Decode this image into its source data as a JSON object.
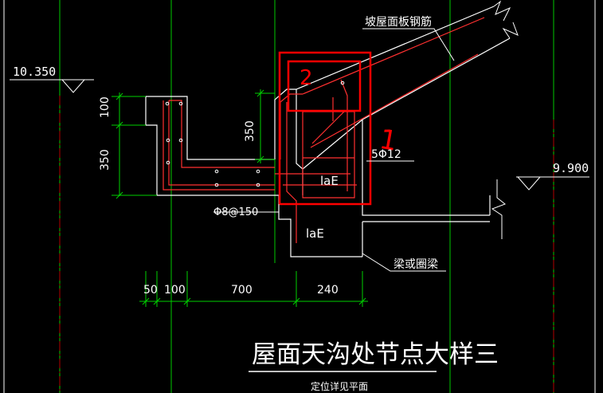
{
  "title": "屋面天沟处节点大样三",
  "subtitle": "定位详见平面",
  "elevations": {
    "top": "10.350",
    "bottom": "9.900"
  },
  "labels": {
    "slab_rebar": "坡屋面板钢筋",
    "beam": "梁或圈梁",
    "rebar_main": "5Φ12",
    "stirrup": "Φ8@150",
    "lae_upper": "laE",
    "lae_lower": "laE"
  },
  "dims_vertical_left": [
    "100",
    "350"
  ],
  "dim_vertical_mid": "350",
  "dims_horizontal": [
    "50",
    "100",
    "700",
    "240"
  ],
  "annotations": {
    "box2": "2",
    "mark1": "1"
  },
  "colors": {
    "background": "#000000",
    "grid": "#00c800",
    "concrete": "#ffffff",
    "rebar": "#ff3030",
    "highlight": "#ff0000",
    "dimension": "#00d000",
    "axis": "#b00000"
  }
}
